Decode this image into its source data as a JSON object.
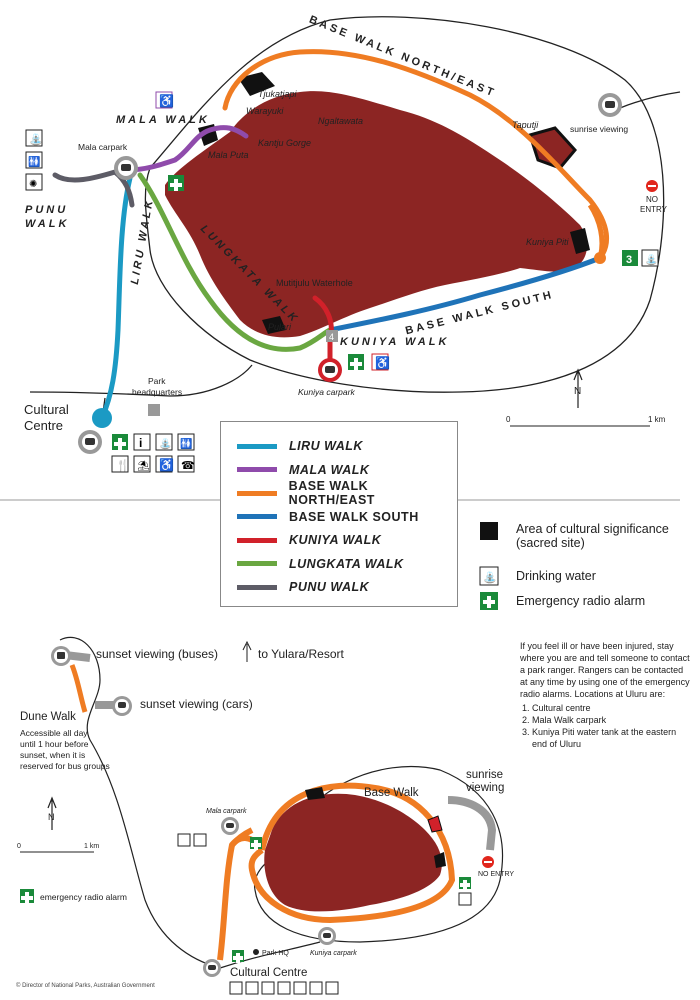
{
  "colors": {
    "rock": "#8c2523",
    "liru": "#1b9ac4",
    "mala": "#8f4bab",
    "base_north": "#ef7c23",
    "base_south": "#1f73b8",
    "kuniya": "#d1212a",
    "lungkata": "#6aa741",
    "punu": "#5d5c66",
    "alarm": "#1a8a3a",
    "noentry": "#e1261c"
  },
  "top_map": {
    "walk_labels": {
      "mala": "MALA WALK",
      "base_north": "BASE WALK NORTH/EAST",
      "base_south": "BASE WALK SOUTH",
      "kuniya": "KUNIYA WALK",
      "lungkata": "LUNGKATA WALK",
      "liru": "LIRU WALK",
      "punu_1": "PUNU",
      "punu_2": "WALK"
    },
    "places": {
      "tjukatjapi": "Tjukatjapi",
      "warayuki": "Warayuki",
      "ngaltawata": "Ngaltawata",
      "kantju": "Kantju Gorge",
      "mala_puta": "Mala Puta",
      "mala_carpark": "Mala carpark",
      "taputji": "Taputji",
      "sunrise": "sunrise viewing",
      "no_entry_1": "NO",
      "no_entry_2": "ENTRY",
      "kuniya_piti": "Kuniya Piti",
      "mutitjulu": "Mutitjulu Waterhole",
      "pulari": "Pulari",
      "kuniya_carpark": "Kuniya carpark",
      "park_hq_1": "Park",
      "park_hq_2": "headquarters",
      "cultural_1": "Cultural",
      "cultural_2": "Centre"
    },
    "markers": {
      "m4": "4",
      "m3": "3"
    },
    "scale": {
      "zero": "0",
      "one": "1 km"
    },
    "north": "N"
  },
  "legend": {
    "items": [
      {
        "label": "LIRU WALK",
        "color": "#1b9ac4",
        "italic": true
      },
      {
        "label": "MALA WALK",
        "color": "#8f4bab",
        "italic": true
      },
      {
        "label": "BASE WALK NORTH/EAST",
        "color": "#ef7c23",
        "italic": false
      },
      {
        "label": "BASE WALK SOUTH",
        "color": "#1f73b8",
        "italic": false
      },
      {
        "label": "KUNIYA WALK",
        "color": "#d1212a",
        "italic": true
      },
      {
        "label": "LUNGKATA WALK",
        "color": "#6aa741",
        "italic": true
      },
      {
        "label": "PUNU WALK",
        "color": "#5d5c66",
        "italic": true
      }
    ]
  },
  "key": {
    "sacred": "Area of cultural significance (sacred site)",
    "water": "Drinking water",
    "alarm": "Emergency radio alarm"
  },
  "info": {
    "text": "If you feel ill or have been injured, stay where you are and tell someone to contact a park ranger. Rangers can be contacted at any time by using one of the emergency radio alarms. Locations at Uluru are:",
    "locations": [
      "Cultural centre",
      "Mala Walk carpark",
      "Kuniya Piti water tank at the eastern end of Uluru"
    ]
  },
  "bottom_map": {
    "sunset_buses": "sunset viewing (buses)",
    "to_yulara": "to Yulara/Resort",
    "sunset_cars": "sunset viewing (cars)",
    "dune_walk": "Dune Walk",
    "dune_note_1": "Accessible all day",
    "dune_note_2": "until 1 hour before",
    "dune_note_3": "sunset, when it is",
    "dune_note_4": "reserved for bus groups",
    "base_walk": "Base Walk",
    "sunrise_1": "sunrise",
    "sunrise_2": "viewing",
    "mala_carpark": "Mala carpark",
    "no_entry": "NO ENTRY",
    "park_hq": "Park HQ",
    "kuniya_carpark": "Kuniya carpark",
    "cultural": "Cultural Centre",
    "alarm": "emergency radio alarm",
    "scale_zero": "0",
    "scale_one": "1 km",
    "north": "N"
  },
  "copyright": "© Director of National Parks, Australian Government"
}
